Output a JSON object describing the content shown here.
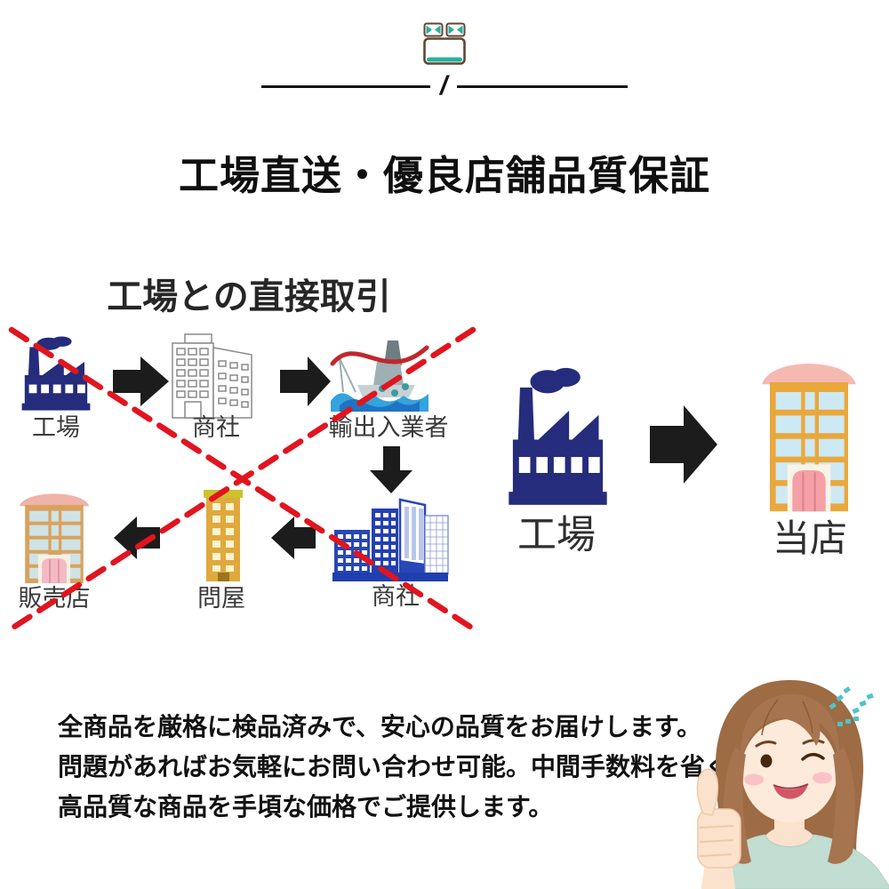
{
  "header": {
    "bed_icon": "bed-icon",
    "divider_slash": "/",
    "title": "工場直送・優良店舗品質保証"
  },
  "diagram": {
    "title": "工場との直接取引",
    "labels": {
      "factory_small": "工場",
      "trading_company_top": "商社",
      "importer_exporter": "輸出入業者",
      "trading_company_bottom": "商社",
      "wholesaler": "問屋",
      "retail_store": "販売店",
      "factory_large": "工場",
      "our_store": "当店"
    },
    "colors": {
      "factory_navy": "#252c7c",
      "arrow_black": "#1c1c1c",
      "cross_red": "#e0151f",
      "city_blue": "#2847b8",
      "wholesaler_gold": "#e0a93e",
      "store_orange": "#e9a83c",
      "store_tan": "#d9a25f",
      "roof_pink": "#f3b5ae",
      "window_blue": "#cfe7ef",
      "bed_icon_teal": "#28b09a",
      "bed_icon_brown": "#5f4634"
    }
  },
  "description": {
    "lines": [
      "全商品を厳格に検品済みで、安心の品質をお届けします。",
      "問題があればお気軽にお問い合わせ可能。中間手数料を省くことで、",
      "高品質な商品を手頃な価格でご提供します。"
    ]
  },
  "illustration": {
    "name": "woman-thumbs-up",
    "shirt_color": "#c2ddd1",
    "hair_color": "#a3714a",
    "sparkle_teal": "#4fc4c6"
  }
}
